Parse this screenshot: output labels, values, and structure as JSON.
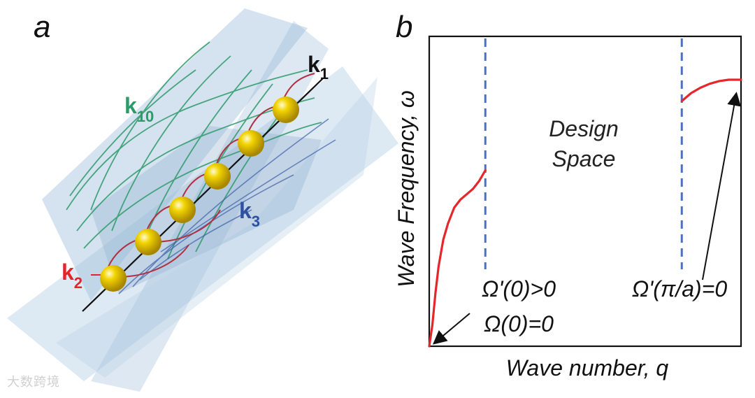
{
  "panel_a": {
    "letter": "a",
    "labels": {
      "k1": {
        "base": "k",
        "sub": "1"
      },
      "k2": {
        "base": "k",
        "sub": "2"
      },
      "k3": {
        "base": "k",
        "sub": "3"
      },
      "k10": {
        "base": "k",
        "sub": "10"
      }
    },
    "colors": {
      "k1": "#111111",
      "k2": "#e0262b",
      "k3": "#2f4f9f",
      "k10": "#2d9a6a",
      "sphere": "#f2d400",
      "plane": "#9fc0dc"
    }
  },
  "panel_b": {
    "letter": "b",
    "annotation_left": [
      "Ω'(0)>0",
      "Ω(0)=0"
    ],
    "annotation_right": "Ω'(π/a)=0"
  },
  "chart_data": {
    "type": "line",
    "title": "",
    "xlabel": "Wave number, q",
    "ylabel": "Wave Frequency, ω",
    "text_annotations": [
      "Design",
      "Space"
    ],
    "xlim": [
      0,
      1
    ],
    "ylim": [
      0,
      1
    ],
    "vertical_dashed_lines": [
      0.18,
      0.81
    ],
    "series": [
      {
        "x": [
          0,
          0.01,
          0.02,
          0.03,
          0.045,
          0.06,
          0.08,
          0.1,
          0.12,
          0.14,
          0.16,
          0.18
        ],
        "y": [
          0,
          0.08,
          0.2,
          0.3,
          0.4,
          0.46,
          0.52,
          0.55,
          0.57,
          0.59,
          0.62,
          0.66
        ]
      },
      {
        "x": [
          0.81,
          0.84,
          0.87,
          0.9,
          0.93,
          0.96,
          1.0
        ],
        "y": [
          0.92,
          0.95,
          0.97,
          0.985,
          0.995,
          1.0,
          1.0
        ]
      }
    ],
    "colors": {
      "curve": "#e5262a",
      "dashed": "#4a72c0",
      "axis": "#111111"
    }
  },
  "watermark": "大数跨境"
}
